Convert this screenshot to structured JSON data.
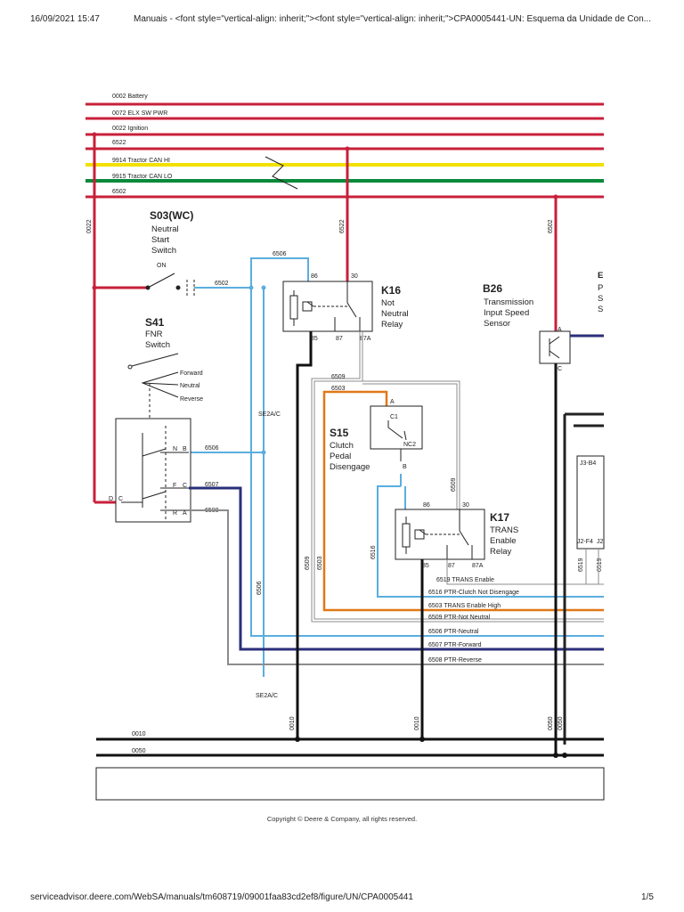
{
  "header": {
    "timestamp": "16/09/2021 15:47",
    "title": "Manuais - <font style=\"vertical-align: inherit;\"><font style=\"vertical-align: inherit;\">CPA0005441-UN: Esquema da Unidade de Con..."
  },
  "footer": {
    "url": "serviceadvisor.deere.com/WebSA/manuals/tm608719/09001faa83cd2ef8/figure/UN/CPA0005441",
    "page": "1/5"
  },
  "copyright": "Copyright © Deere & Company, all rights reserved.",
  "colors": {
    "red": "#c8203a",
    "yellow": "#f2e000",
    "green": "#0a8a3a",
    "blue": "#5aaede",
    "navy": "#2b2f7a",
    "orange": "#e07818",
    "gray": "#8c8c8c",
    "black": "#111111"
  },
  "buses": {
    "battery": "0002 Battery",
    "elx_sw_pwr": "0072 ELX SW PWR",
    "ignition": "0022 Ignition",
    "w6522": "6522",
    "can_hi": "9914 Tractor CAN HI",
    "can_lo": "9915 Tractor CAN LO",
    "w6502": "6502"
  },
  "wire_labels": {
    "v0022": "0022",
    "v6522": "6522",
    "v6502": "6502",
    "w6506_top": "6506",
    "w6502_mid": "6502",
    "w6509": "6509",
    "w6503": "6503",
    "w6509_v": "6509",
    "w6503_v": "6503",
    "w6516_v": "6516",
    "w6506_v": "6506",
    "w6509_k17": "6509",
    "se2ac_top": "SE2A/C",
    "se2ac_bot": "SE2A/C",
    "s41_6506": "6506",
    "s41_6507": "6507",
    "s41_6508": "6508",
    "v0010_a": "0010",
    "v0010_b": "0010",
    "v0050_a": "0050",
    "v0050_b": "0050",
    "v6519": "6519",
    "v6519b": "6519",
    "h0010": "0010",
    "h0050": "0050"
  },
  "harness_labels": [
    "6519  TRANS Enable",
    "6516  PTR-Clutch Not Disengage",
    "6503  TRANS Enable High",
    "6509  PTR-Not Neutral",
    "6506  PTR-Neutral",
    "6507  PTR-Forward",
    "6508  PTR-Reverse"
  ],
  "components": {
    "s03": {
      "id": "S03(WC)",
      "l1": "Neutral",
      "l2": "Start",
      "l3": "Switch",
      "on": "ON"
    },
    "s41": {
      "id": "S41",
      "l1": "FNR",
      "l2": "Switch",
      "forward": "Forward",
      "neutral": "Neutral",
      "reverse": "Reverse",
      "pin_n": "N",
      "pin_b": "B",
      "pin_f": "F",
      "pin_c": "C",
      "pin_r": "R",
      "pin_a": "A",
      "pin_d": "D",
      "pin_c2": "C"
    },
    "k16": {
      "id": "K16",
      "l1": "Not",
      "l2": "Neutral",
      "l3": "Relay",
      "p86": "86",
      "p30": "30",
      "p85": "85",
      "p87": "87",
      "p87a": "87A"
    },
    "k17": {
      "id": "K17",
      "l1": "TRANS",
      "l2": "Enable",
      "l3": "Relay",
      "p86": "86",
      "p30": "30",
      "p85": "85",
      "p87": "87",
      "p87a": "87A"
    },
    "b26": {
      "id": "B26",
      "l1": "Transmission",
      "l2": "Input Speed",
      "l3": "Sensor",
      "pa": "A",
      "pc": "C"
    },
    "s15": {
      "id": "S15",
      "l1": "Clutch",
      "l2": "Pedal",
      "l3": "Disengage",
      "pa": "A",
      "pb": "B",
      "c1": "C1",
      "nc2": "NC2"
    },
    "ecu": {
      "j3b4": "J3-B4",
      "j2f4": "J2-F4",
      "j2": "J2"
    },
    "edge": {
      "e": "E",
      "p": "P",
      "s1": "S",
      "s2": "S"
    }
  }
}
